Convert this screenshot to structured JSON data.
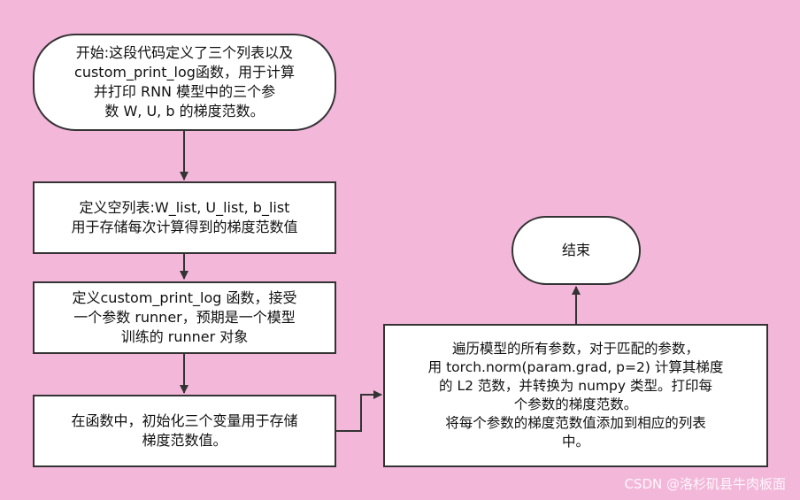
{
  "nodes": {
    "start": "开始:这段代码定义了三个列表以及\ncustom_print_log函数，用于计算\n并打印 RNN 模型中的三个参\n数 W, U, b 的梯度范数。",
    "define_lists": "定义空列表:W_list, U_list, b_list\n用于存储每次计算得到的梯度范数值",
    "define_func": "定义custom_print_log 函数，接受\n一个参数 runner，预期是一个模型\n训练的 runner 对象",
    "init_vars": "在函数中，初始化三个变量用于存储\n梯度范数值。",
    "iterate_params": "遍历模型的所有参数，对于匹配的参数，\n用 torch.norm(param.grad, p=2) 计算其梯度\n的 L2 范数，并转换为 numpy 类型。打印每\n个参数的梯度范数。\n将每个参数的梯度范数值添加到相应的列表\n中。",
    "end": "结束"
  },
  "watermark": "CSDN @洛杉矶县牛肉板面",
  "colors": {
    "background": "#f3b7da",
    "node_fill": "#ffffff",
    "stroke": "#333333"
  }
}
